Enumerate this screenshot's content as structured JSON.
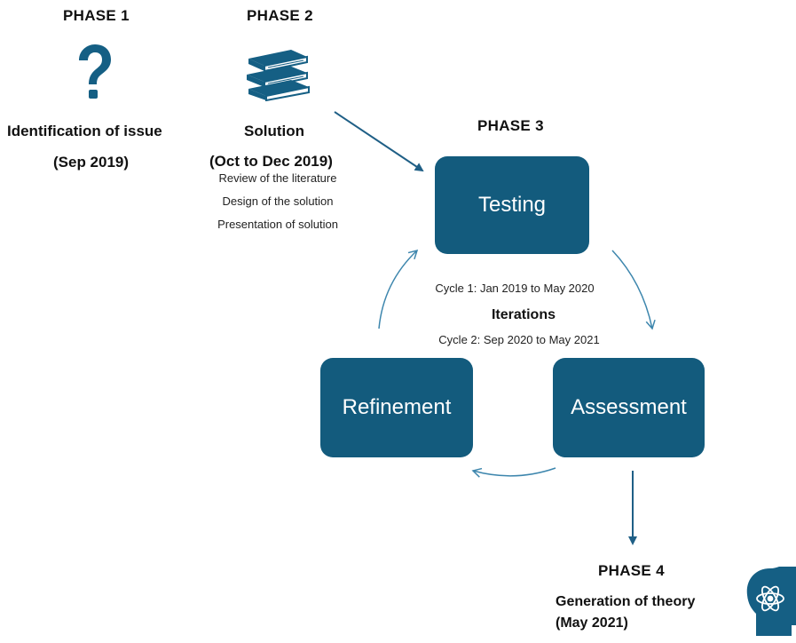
{
  "phase1": {
    "label": "PHASE 1",
    "title": "Identification of issue",
    "date": "(Sep 2019)",
    "icon": "question-mark-icon"
  },
  "phase2": {
    "label": "PHASE 2",
    "title": "Solution",
    "date": "(Oct to Dec 2019)",
    "items": [
      "Review of the literature",
      "Design of the solution",
      "Presentation of solution"
    ],
    "icon": "books-icon"
  },
  "phase3": {
    "label": "PHASE 3",
    "boxes": {
      "testing": "Testing",
      "assessment": "Assessment",
      "refinement": "Refinement"
    },
    "cycle1": "Cycle 1: Jan 2019 to May 2020",
    "iterations": "Iterations",
    "cycle2": "Cycle 2: Sep 2020 to May 2021"
  },
  "phase4": {
    "label": "PHASE 4",
    "title": "Generation of theory",
    "date": "(May 2021)",
    "icon": "head-atom-icon"
  },
  "colors": {
    "box": "#135b7d",
    "arrow": "#1f5f86",
    "icon": "#155f84"
  }
}
